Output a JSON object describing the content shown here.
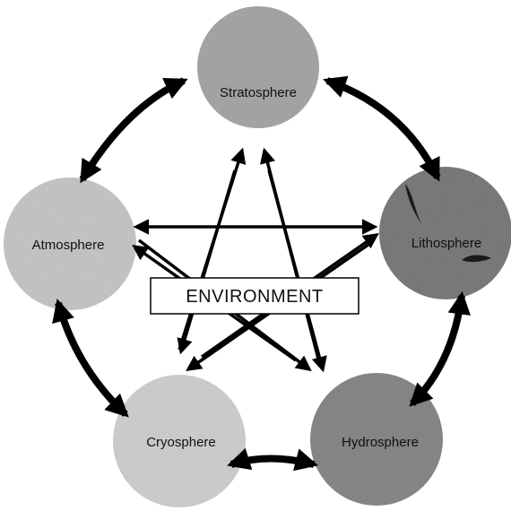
{
  "nodes": {
    "stratosphere": "Stratosphere",
    "atmosphere": "Atmosphere",
    "lithosphere": "Lithosphere",
    "cryosphere": "Cryosphere",
    "hydrosphere": "Hydrosphere"
  },
  "center": "ENVIRONMENT",
  "colors": {
    "stratosphere": "#a9a9a9",
    "atmosphere": "#c9c9c9",
    "lithosphere": "#7d7d7d",
    "cryosphere": "#d2d2d2",
    "hydrosphere": "#8a8a8a",
    "arrow": "#000000"
  }
}
